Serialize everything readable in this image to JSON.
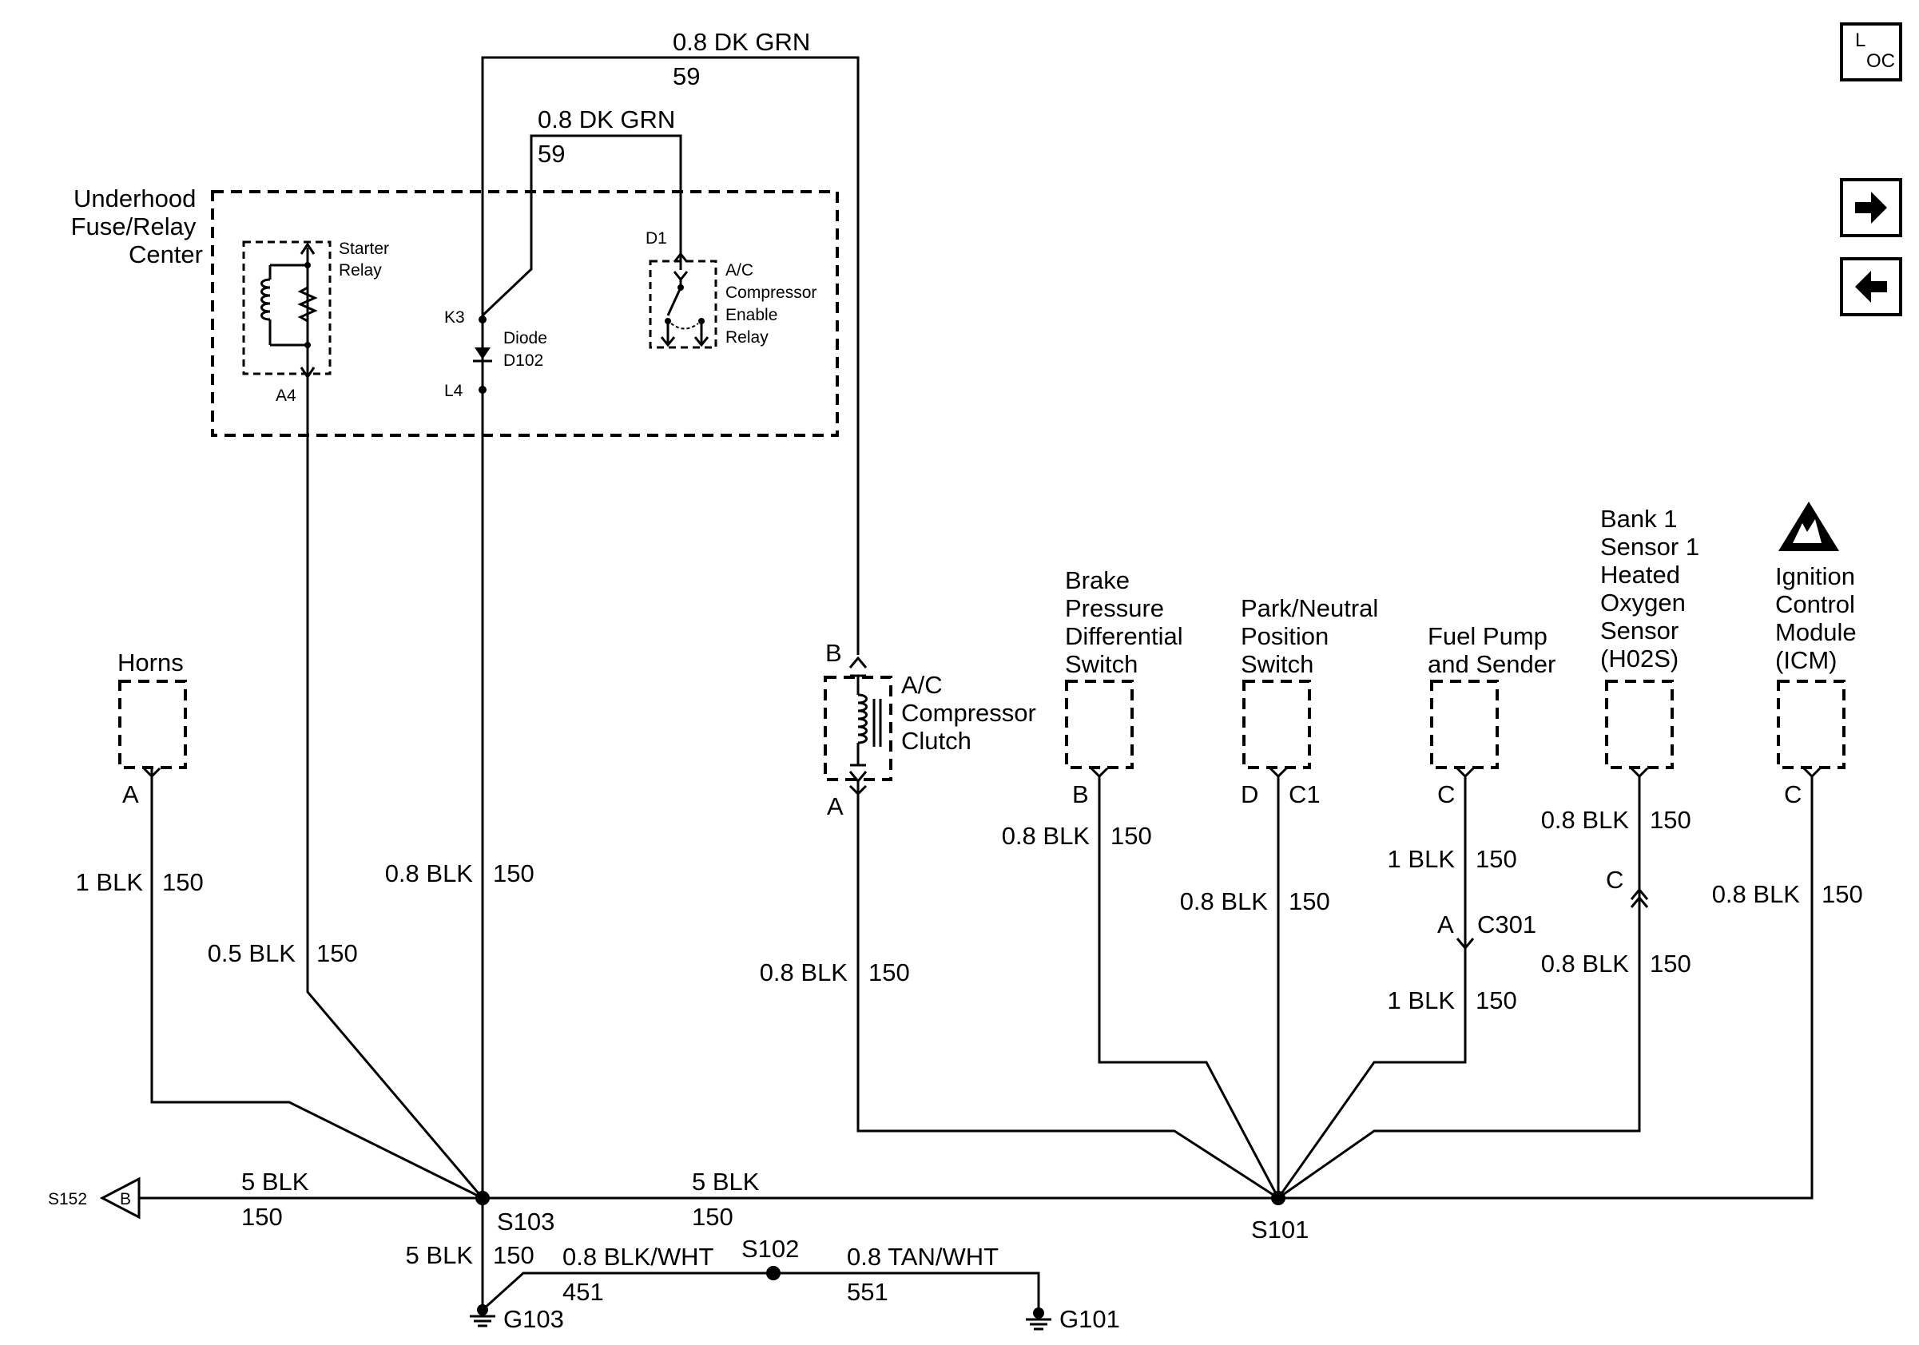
{
  "nav": {
    "loc_label_l": "L",
    "loc_label_oc": "OC"
  },
  "fuse_center": {
    "title_lines": [
      "Underhood",
      "Fuse/Relay",
      "Center"
    ],
    "starter_relay_lines": [
      "Starter",
      "Relay"
    ],
    "ac_relay_lines": [
      "A/C",
      "Compressor",
      "Enable",
      "Relay"
    ],
    "diode_lines": [
      "Diode",
      "D102"
    ],
    "pin_k3": "K3",
    "pin_l4": "L4",
    "pin_d1": "D1",
    "pin_a4": "A4"
  },
  "wires": {
    "outer_top_color": "0.8 DK GRN",
    "outer_top_circuit": "59",
    "inner_top_color": "0.8 DK GRN",
    "inner_top_circuit": "59",
    "horn_color": "1 BLK",
    "horn_circuit": "150",
    "starter_color": "0.5 BLK",
    "starter_circuit": "150",
    "diode_color": "0.8 BLK",
    "diode_circuit": "150",
    "clutch_color": "0.8 BLK",
    "clutch_circuit": "150",
    "brake_color": "0.8 BLK",
    "brake_circuit": "150",
    "park_color": "0.8 BLK",
    "park_circuit": "150",
    "fuel1_color": "1 BLK",
    "fuel1_circuit": "150",
    "fuel2_color": "1 BLK",
    "fuel2_circuit": "150",
    "o2_1_color": "0.8 BLK",
    "o2_1_circuit": "150",
    "o2_2_color": "0.8 BLK",
    "o2_2_circuit": "150",
    "icm_color": "0.8 BLK",
    "icm_circuit": "150",
    "main_left_color": "5 BLK",
    "main_left_circuit": "150",
    "main_mid_color": "5 BLK",
    "main_mid_circuit": "150",
    "g103_color": "5 BLK",
    "g103_circuit": "150",
    "s102_left_color": "0.8 BLK/WHT",
    "s102_left_circuit": "451",
    "s102_right_color": "0.8 TAN/WHT",
    "s102_right_circuit": "551"
  },
  "components": {
    "horns": "Horns",
    "horns_pin": "A",
    "clutch_lines": [
      "A/C",
      "Compressor",
      "Clutch"
    ],
    "clutch_pin_b": "B",
    "clutch_pin_a": "A",
    "brake_lines": [
      "Brake",
      "Pressure",
      "Differential",
      "Switch"
    ],
    "brake_pin": "B",
    "park_lines": [
      "Park/Neutral",
      "Position",
      "Switch"
    ],
    "park_pin_d": "D",
    "park_pin_c1": "C1",
    "fuel_lines": [
      "Fuel Pump",
      "and Sender"
    ],
    "fuel_pin": "C",
    "c301_pin": "A",
    "c301_label": "C301",
    "o2_lines": [
      "Bank 1",
      "Sensor 1",
      "Heated",
      "Oxygen",
      "Sensor",
      "(H02S)"
    ],
    "o2_pin": "C",
    "icm_lines": [
      "Ignition",
      "Control",
      "Module",
      "(ICM)"
    ],
    "icm_pin": "C"
  },
  "splices": {
    "s152": "S152",
    "s152_pin": "B",
    "s103": "S103",
    "s101": "S101",
    "s102": "S102",
    "g103": "G103",
    "g101": "G101"
  }
}
